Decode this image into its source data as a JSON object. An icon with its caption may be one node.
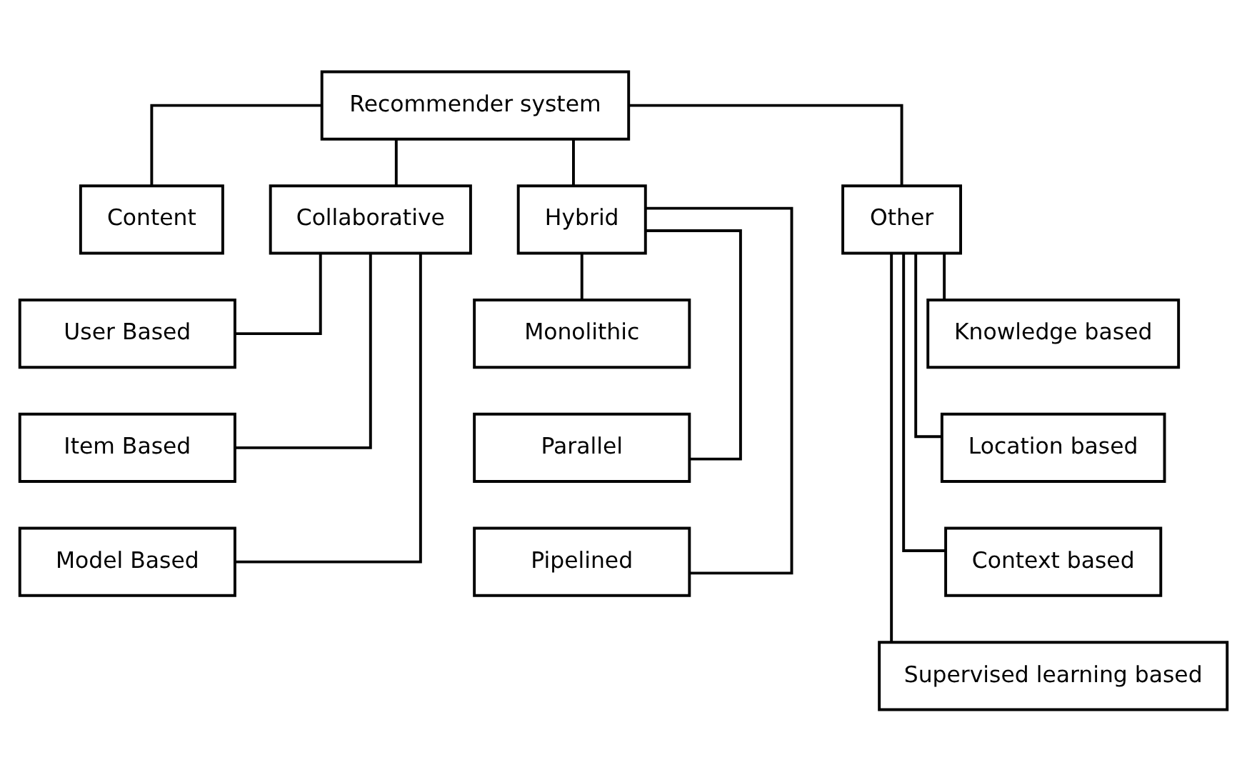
{
  "diagram": {
    "nodes": [
      {
        "text": [
          "Recommender system"
        ]
      },
      {
        "text": [
          "Content"
        ]
      },
      {
        "text": [
          "Collaborative"
        ]
      },
      {
        "text": [
          "Hybrid"
        ]
      },
      {
        "text": [
          "Other"
        ]
      },
      {
        "text": [
          "User Based"
        ]
      },
      {
        "text": [
          "Item Based"
        ]
      },
      {
        "text": [
          "Model Based"
        ]
      },
      {
        "text": [
          "Monolithic"
        ]
      },
      {
        "text": [
          "Parallel"
        ]
      },
      {
        "text": [
          "Pipelined"
        ]
      },
      {
        "text": [
          "Knowledge based"
        ]
      },
      {
        "text": [
          "Location based"
        ]
      },
      {
        "text": [
          "Context based"
        ]
      },
      {
        "text": [
          "Supervised learning based"
        ]
      }
    ],
    "edges": [
      {
        "from": 0,
        "to": 1,
        "arrow": "none"
      },
      {
        "from": 0,
        "to": 2,
        "arrow": "none"
      },
      {
        "from": 0,
        "to": 3,
        "arrow": "none"
      },
      {
        "from": 0,
        "to": 4,
        "arrow": "none"
      },
      {
        "from": 2,
        "to": 5,
        "arrow": "none"
      },
      {
        "from": 2,
        "to": 6,
        "arrow": "none"
      },
      {
        "from": 2,
        "to": 7,
        "arrow": "none"
      },
      {
        "from": 3,
        "to": 8,
        "arrow": "none"
      },
      {
        "from": 3,
        "to": 9,
        "arrow": "none"
      },
      {
        "from": 3,
        "to": 10,
        "arrow": "none"
      },
      {
        "from": 4,
        "to": 11,
        "arrow": "none"
      },
      {
        "from": 4,
        "to": 12,
        "arrow": "none"
      },
      {
        "from": 4,
        "to": 13,
        "arrow": "none"
      },
      {
        "from": 4,
        "to": 14,
        "arrow": "none"
      }
    ]
  }
}
